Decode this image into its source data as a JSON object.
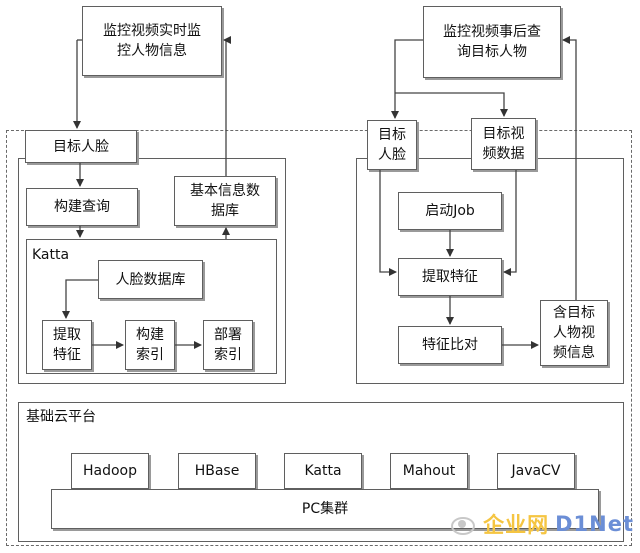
{
  "top": {
    "realtime_query": "监控视频实时监\n控人物信息",
    "history_query": "监控视频事后查\n询目标人物"
  },
  "left": {
    "target_face": "目标人脸",
    "build_query": "构建查询",
    "basic_info_db": "基本信息数\n据库",
    "katta_label": "Katta",
    "face_db": "人脸数据库",
    "extract_features": "提取\n特征",
    "build_index": "构建\n索引",
    "deploy_index": "部署\n索引"
  },
  "right": {
    "target_face": "目标\n人脸",
    "target_video_data": "目标视\n频数据",
    "start_job": "启动Job",
    "extract_features": "提取特征",
    "feature_compare": "特征比对",
    "result_video_info": "含目标\n人物视\n频信息"
  },
  "platform": {
    "title": "基础云平台",
    "components": [
      "Hadoop",
      "HBase",
      "Katta",
      "Mahout",
      "JavaCV"
    ],
    "cluster": "PC集群"
  },
  "watermark": {
    "cn": "企业网",
    "en": "D1Net"
  }
}
